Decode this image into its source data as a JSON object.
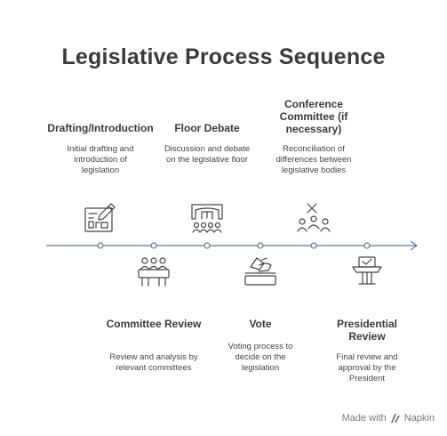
{
  "title": "Legislative Process Sequence",
  "steps": [
    {
      "title": "Drafting/Introduction",
      "desc": "Initial drafting and introduction of legislation",
      "icon": "document-drafting-icon",
      "position": "above"
    },
    {
      "title": "Committee Review",
      "desc": "Review and analysis by relevant committees",
      "icon": "committee-icon",
      "position": "below"
    },
    {
      "title": "Floor Debate",
      "desc": "Discussion and debate on the legislative floor",
      "icon": "floor-debate-icon",
      "position": "above"
    },
    {
      "title": "Vote",
      "desc": "Voting process to decide on the legislation",
      "icon": "vote-icon",
      "position": "below"
    },
    {
      "title": "Conference Committee (if necessary)",
      "desc": "Reconciliation of differences between legislative bodies",
      "icon": "conference-icon",
      "position": "above"
    },
    {
      "title": "Presidential Review",
      "desc": "Final review and approval by the President",
      "icon": "presidential-review-icon",
      "position": "below"
    }
  ],
  "footer": {
    "prefix": "Made with",
    "brand": "Napkin"
  },
  "colors": {
    "line": "#5b7a9a",
    "node_stroke": "#5b7a9a",
    "text": "#333333"
  }
}
